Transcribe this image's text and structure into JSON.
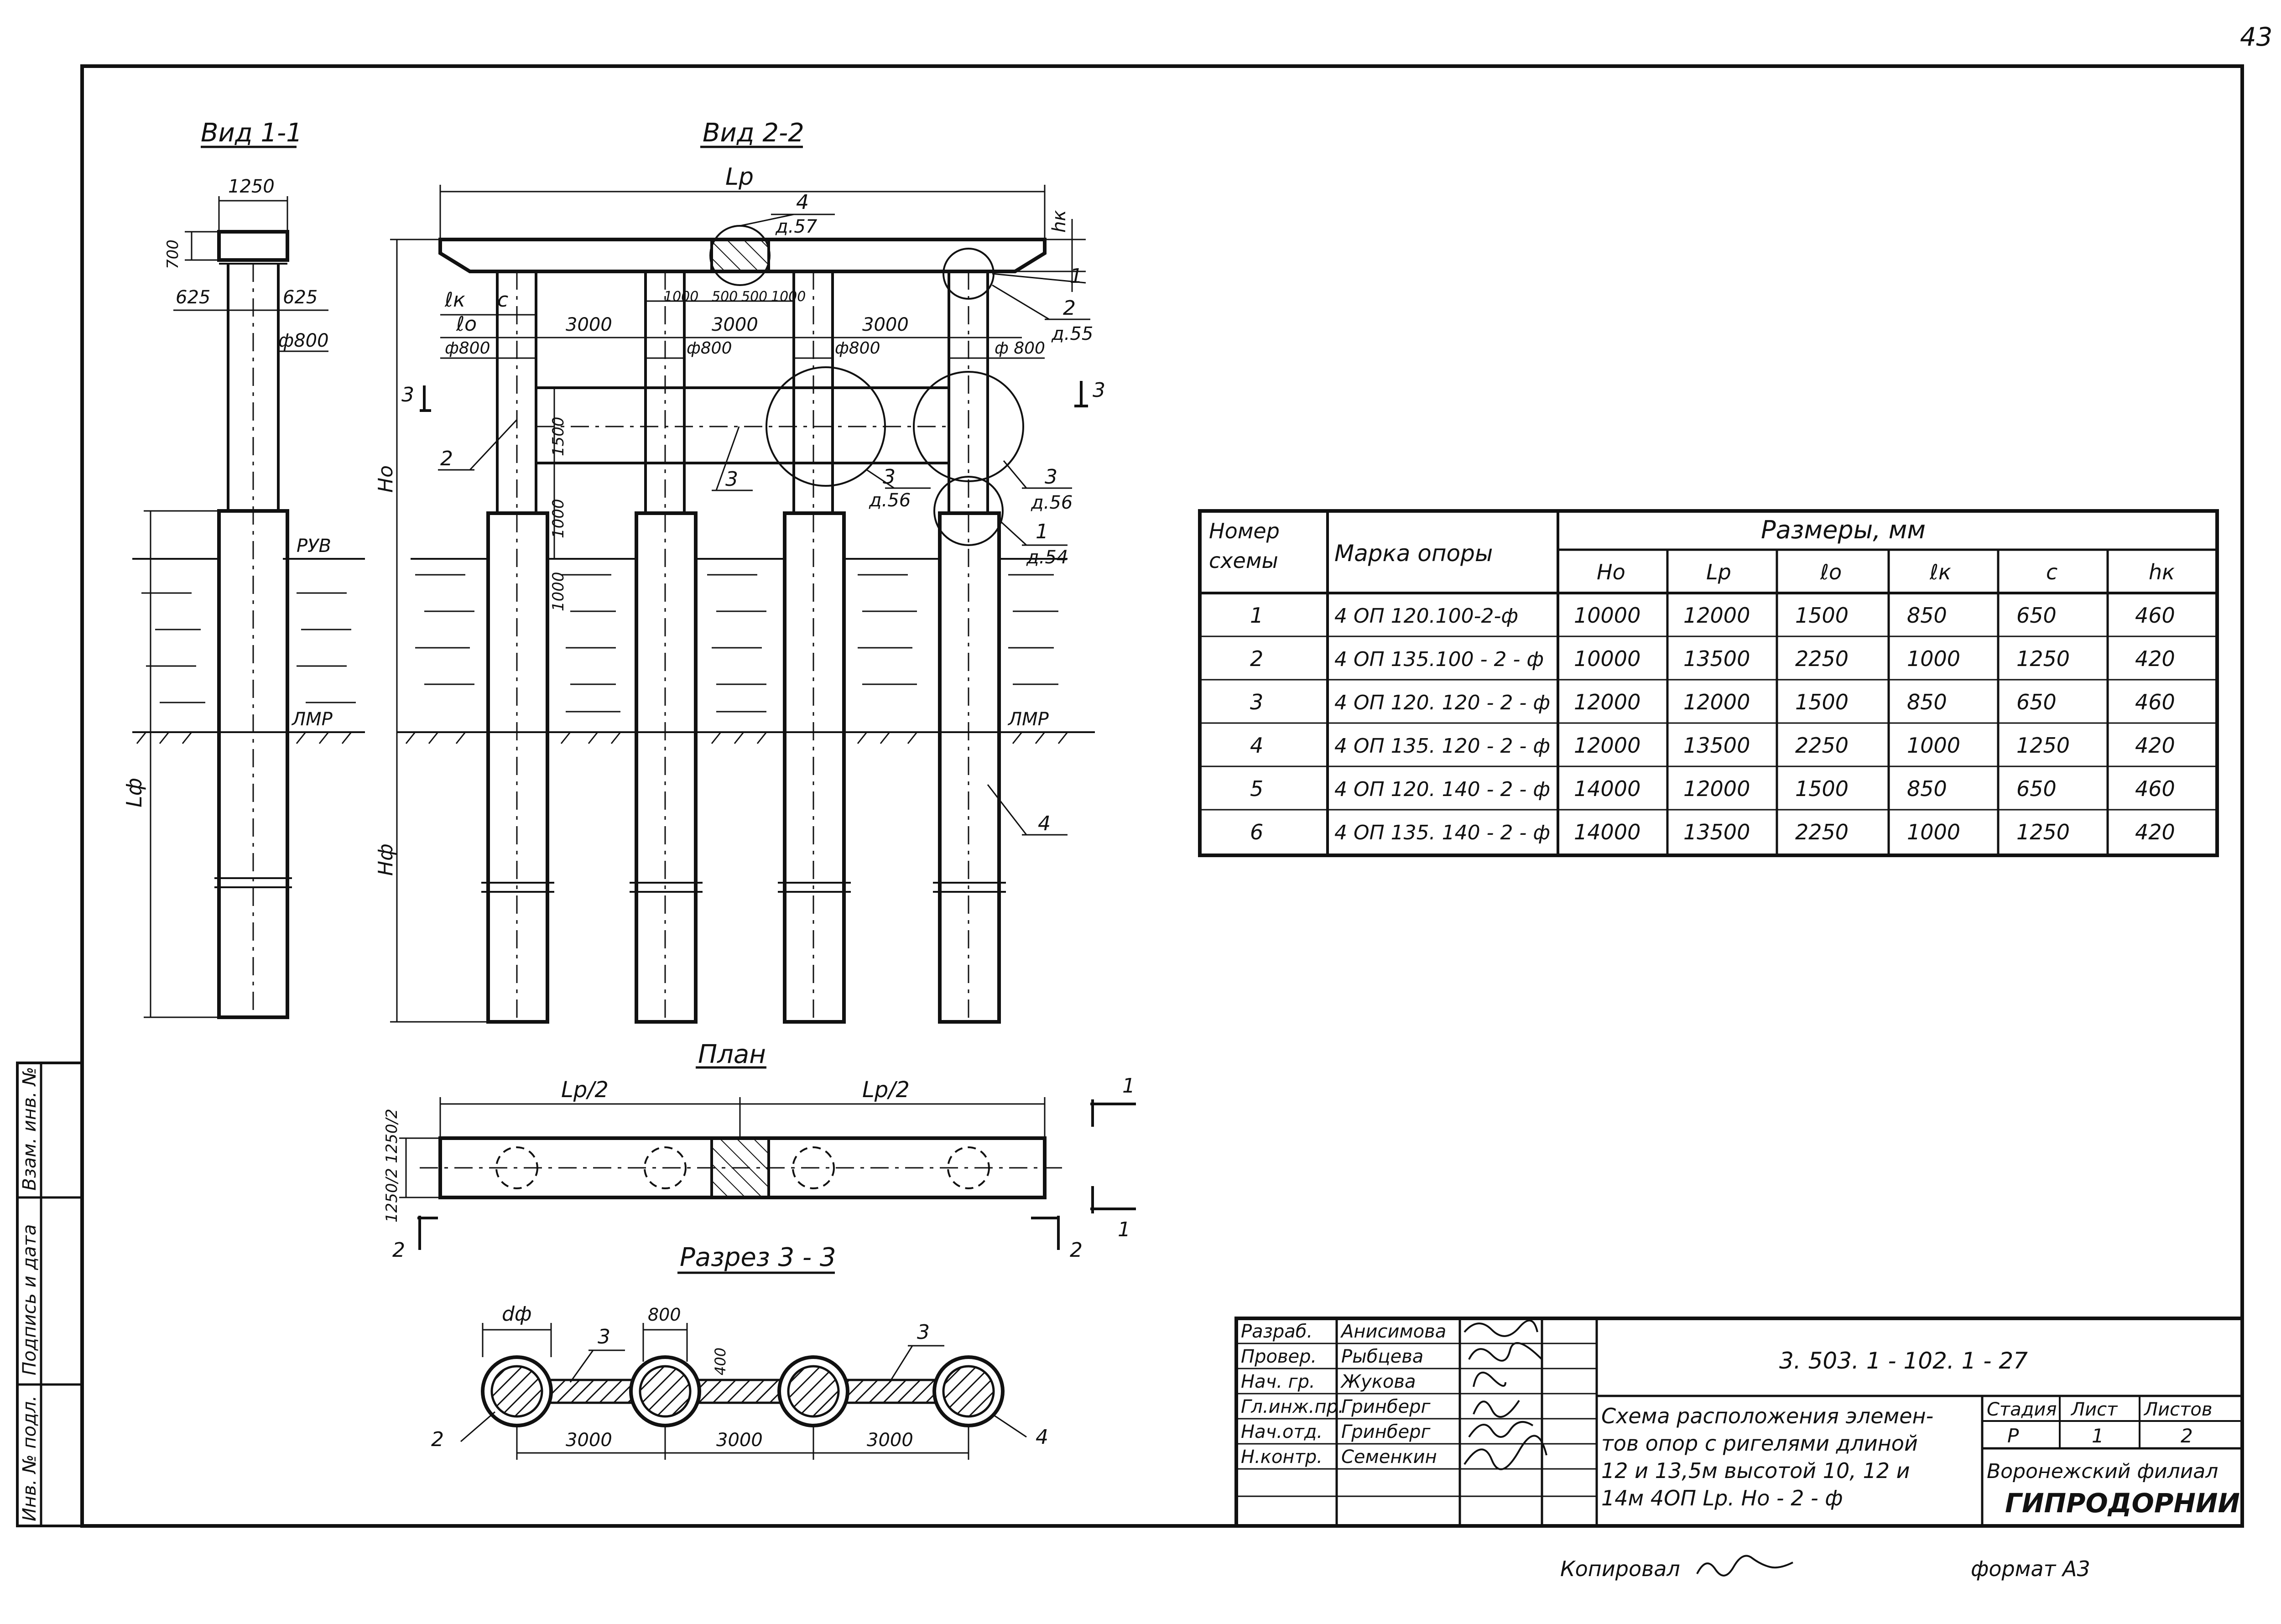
{
  "page_number": "43",
  "views": {
    "view11_title": "Вид 1-1",
    "view22_title": "Вид 2-2",
    "plan_title": "План",
    "section_title": "Разрез 3 - 3"
  },
  "view11": {
    "dim_top": "1250",
    "dim_h": "700",
    "dim_left": "625",
    "dim_right": "625",
    "dim_dia": "ф800",
    "ruv": "РУВ",
    "lmr": "ЛМР",
    "lf": "Lф"
  },
  "view22": {
    "lp": "Lp",
    "hk": "hк",
    "lk": "ℓк",
    "c": "c",
    "lo": "ℓo",
    "ho": "Hо",
    "hf": "Hф",
    "lmr": "ЛМР",
    "d1": "3000",
    "d2": "3000",
    "d3": "3000",
    "d1000a": "1000",
    "d500a": "500",
    "d500b": "500",
    "d1000b": "1000",
    "dia1": "ф800",
    "dia2": "ф800",
    "dia3": "ф800",
    "dia4": "ф 800",
    "v1500": "1500",
    "v1000a": "1000",
    "v1000b": "1000",
    "call4": "4",
    "call4ref": "д.57",
    "call1": "1",
    "call2": "2",
    "call2ref": "д.55",
    "call3a": "3",
    "call3aref": "д.56",
    "call3b": "3",
    "call3bref": "д.56",
    "call1b": "1",
    "call1bref": "д.54",
    "lbl2": "2",
    "lbl3": "3",
    "lbl4": "4",
    "sec3": "3"
  },
  "plan": {
    "half1": "Lp/2",
    "half2": "Lp/2",
    "w1": "1250/2",
    "w2": "1250/2",
    "mark1a": "1",
    "mark1b": "1",
    "mark2a": "2",
    "mark2b": "2"
  },
  "section": {
    "dph": "dф",
    "d800": "800",
    "d400": "400",
    "s1": "3000",
    "s2": "3000",
    "s3": "3000",
    "l2": "2",
    "l3a": "3",
    "l3b": "3",
    "l4": "4"
  },
  "table": {
    "col_num": [
      "Номер",
      "схемы"
    ],
    "col_mark": "Марка опоры",
    "col_sizes": "Размеры,  мм",
    "sub": [
      "Hо",
      "Lp",
      "ℓo",
      "ℓк",
      "c",
      "hк"
    ],
    "rows": [
      [
        "1",
        "4 ОП 120.100-2-ф",
        "10000",
        "12000",
        "1500",
        "850",
        "650",
        "460"
      ],
      [
        "2",
        "4 ОП 135.100 - 2 - ф",
        "10000",
        "13500",
        "2250",
        "1000",
        "1250",
        "420"
      ],
      [
        "3",
        "4 ОП 120. 120 - 2 - ф",
        "12000",
        "12000",
        "1500",
        "850",
        "650",
        "460"
      ],
      [
        "4",
        "4 ОП 135. 120 - 2 - ф",
        "12000",
        "13500",
        "2250",
        "1000",
        "1250",
        "420"
      ],
      [
        "5",
        "4 ОП 120. 140 - 2 - ф",
        "14000",
        "12000",
        "1500",
        "850",
        "650",
        "460"
      ],
      [
        "6",
        "4 ОП 135. 140 - 2 - ф",
        "14000",
        "13500",
        "2250",
        "1000",
        "1250",
        "420"
      ]
    ]
  },
  "stamp": {
    "roles": [
      "Разраб.",
      "Провер.",
      "Нач. гр.",
      "Гл.инж.пр.",
      "Нач.отд.",
      "Н.контр."
    ],
    "names": [
      "Анисимова",
      "Рыбцева",
      "Жукова",
      "Гринберг",
      "Гринберг",
      "Семенкин"
    ],
    "code": "3. 503. 1 - 102. 1 - 27",
    "desc": [
      "Схема расположения элемен-",
      "тов опор с ригелями длиной",
      "12 и 13,5м высотой 10, 12 и",
      "14м    4ОП Lp. Hо - 2 - ф"
    ],
    "stage_label": "Стадия",
    "sheet_label": "Лист",
    "sheets_label": "Листов",
    "stage": "Р",
    "sheet": "1",
    "sheets": "2",
    "org1": "Воронежский филиал",
    "org2": "ГИПРОДОРНИИ"
  },
  "sidebar": [
    "Инв. № подл.",
    "Подпись и дата",
    "Взам. инв. №"
  ],
  "footer": {
    "copied": "Копировал",
    "format": "формат  А3"
  }
}
